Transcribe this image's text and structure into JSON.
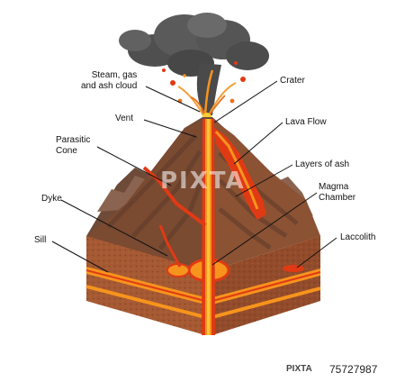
{
  "labels": {
    "steam": "Steam, gas\nand ash cloud",
    "vent": "Vent",
    "parasitic": "Parasitic\nCone",
    "dyke": "Dyke",
    "sill": "Sill",
    "crater": "Crater",
    "lava_flow": "Lava Flow",
    "ash_layers": "Layers of ash",
    "magma_chamber": "Magma\nChamber",
    "laccolith": "Laccolith"
  },
  "watermark": "PIXTA",
  "footer": {
    "logo": "PIXTA",
    "image_number": "75727987"
  },
  "colors": {
    "smoke": "#5a5a5a",
    "lava_orange": "#f7941d",
    "lava_red": "#e03a14",
    "rock_brown": "#8b4a2b",
    "rock_dark": "#5c3a28",
    "soil": "#a65a33"
  }
}
